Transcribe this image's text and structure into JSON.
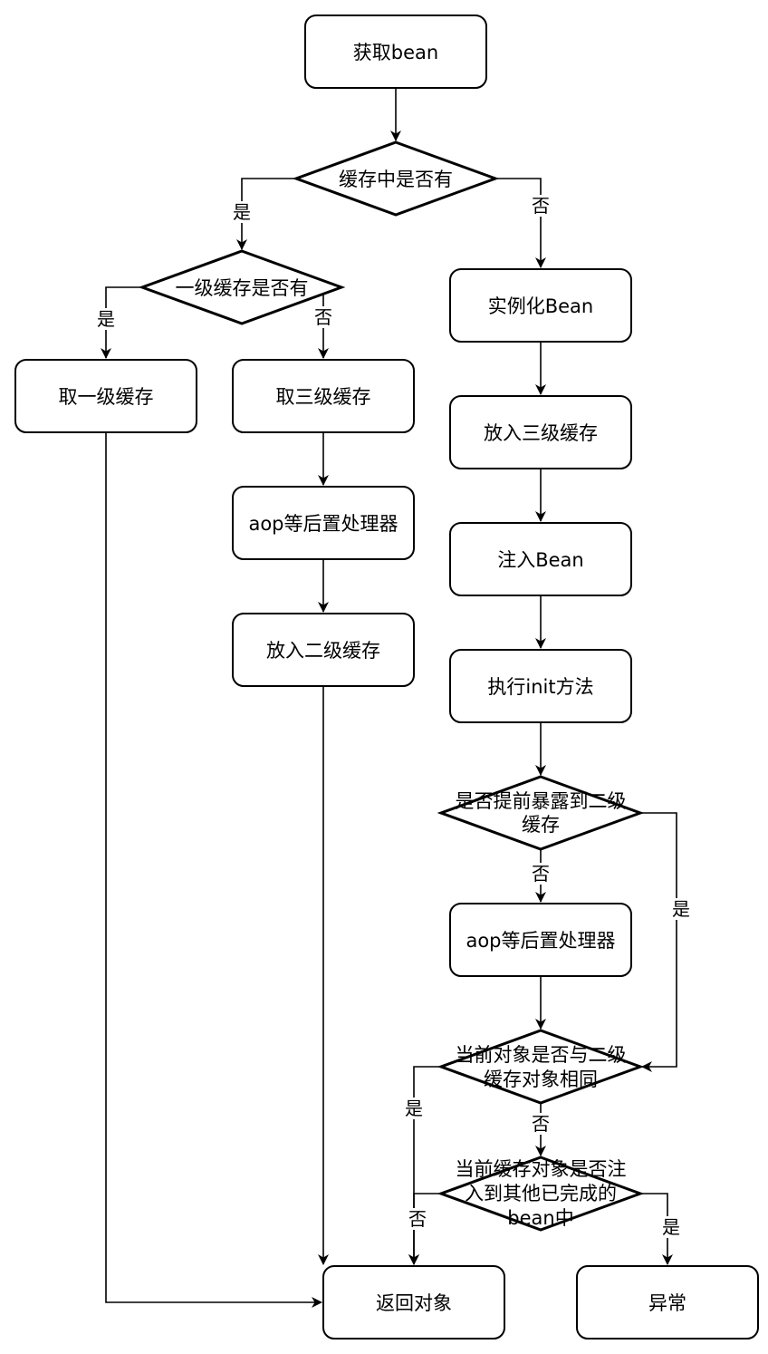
{
  "nodes": {
    "get_bean": "获取bean",
    "cache_check": "缓存中是否有",
    "l1_check": "一级缓存是否有",
    "take_l1": "取一级缓存",
    "take_l3": "取三级缓存",
    "aop_left": "aop等后置处理器",
    "put_l2": "放入二级缓存",
    "instantiate": "实例化Bean",
    "put_l3": "放入三级缓存",
    "inject": "注入Bean",
    "init": "执行init方法",
    "early_expose": [
      "是否提前暴露到二级",
      "缓存"
    ],
    "aop_right": "aop等后置处理器",
    "same_object": [
      "当前对象是否与二级",
      "缓存对象相同"
    ],
    "injected_check": [
      "当前缓存对象是否注",
      "入到其他已完成的",
      "bean中"
    ],
    "return_object": "返回对象",
    "exception": "异常"
  },
  "edge_labels": {
    "cache_yes": "是",
    "cache_no": "否",
    "l1_yes": "是",
    "l1_no": "否",
    "early_no": "否",
    "early_yes": "是",
    "same_yes": "是",
    "same_no": "否",
    "injected_no": "否",
    "injected_yes": "是"
  }
}
